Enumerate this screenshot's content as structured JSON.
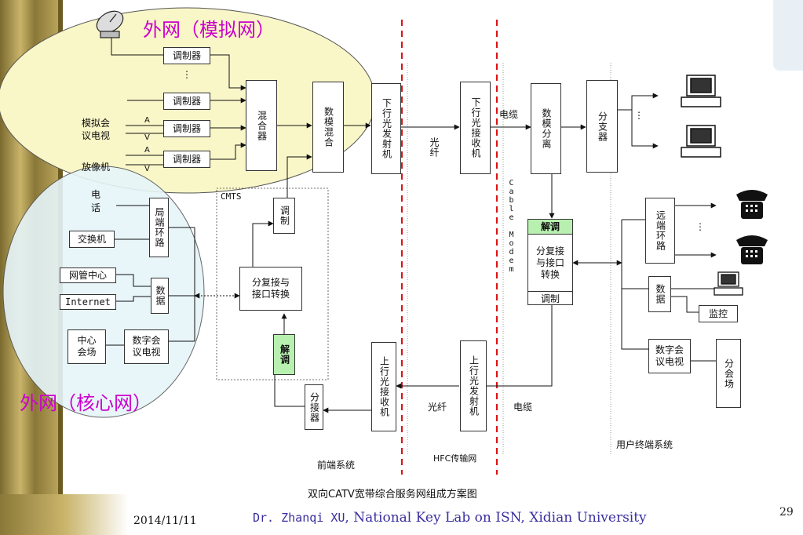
{
  "labels": {
    "outer_analog": "外网（模拟网）",
    "outer_core": "外网（核心网）",
    "modulator": "调制器",
    "dots": "⋮",
    "analog_meeting": "模拟会\n议电视",
    "vcr": "放像机",
    "a": "A",
    "v": "V",
    "mixer": "混合器",
    "digital_analog_mix": "数模混合",
    "downlink_tx": "下行光发射机",
    "fiber1": "光纤",
    "downlink_rx": "下行光接收机",
    "cable1": "电缆",
    "digital_analog_sep": "数模分离",
    "splitter": "分支器",
    "cmts": "CMTS",
    "modulate_small": "调制",
    "mux_iface": "分复接与\n接口转换",
    "demod": "解调",
    "sub_splitter": "分接器",
    "uplink_rx": "上行光接收机",
    "fiber2": "光纤",
    "uplink_tx": "上行光发射机",
    "cable2": "电缆",
    "cable_modem": "Cable Modem",
    "cm_demod": "解调",
    "cm_mux": "分复接\n与接口\n转换",
    "cm_mod": "调制",
    "telephone": "电\n话",
    "local_loop": "局端环路",
    "switch": "交换机",
    "nms": "网管中心",
    "internet": "Internet",
    "data": "数据",
    "center_venue": "中心\n会场",
    "digital_meeting": "数字会\n议电视",
    "remote_loop": "远端环路",
    "user_data": "数据",
    "monitor": "监控",
    "user_digital_meeting": "数字会\n议电视",
    "sub_venue": "分会场",
    "headend": "前端系统",
    "hfc": "HFC传输网",
    "user_terminal": "用户终端系统",
    "caption": "双向CATV宽带综合服务网组成方案图"
  },
  "footer": {
    "date": "2014/11/11",
    "author_a": "Dr.  Zhanqi  XU",
    "author_b": ", National Key Lab on ISN, Xidian University",
    "page": "29"
  },
  "colors": {
    "analog_ellipse": "#f9f6c8",
    "core_ellipse": "#e6f5f9",
    "title_magenta": "#cc00cc",
    "divider_red": "#dd1111",
    "demod_green": "#b8f0b0",
    "footer_blue": "#3a2fa0"
  }
}
